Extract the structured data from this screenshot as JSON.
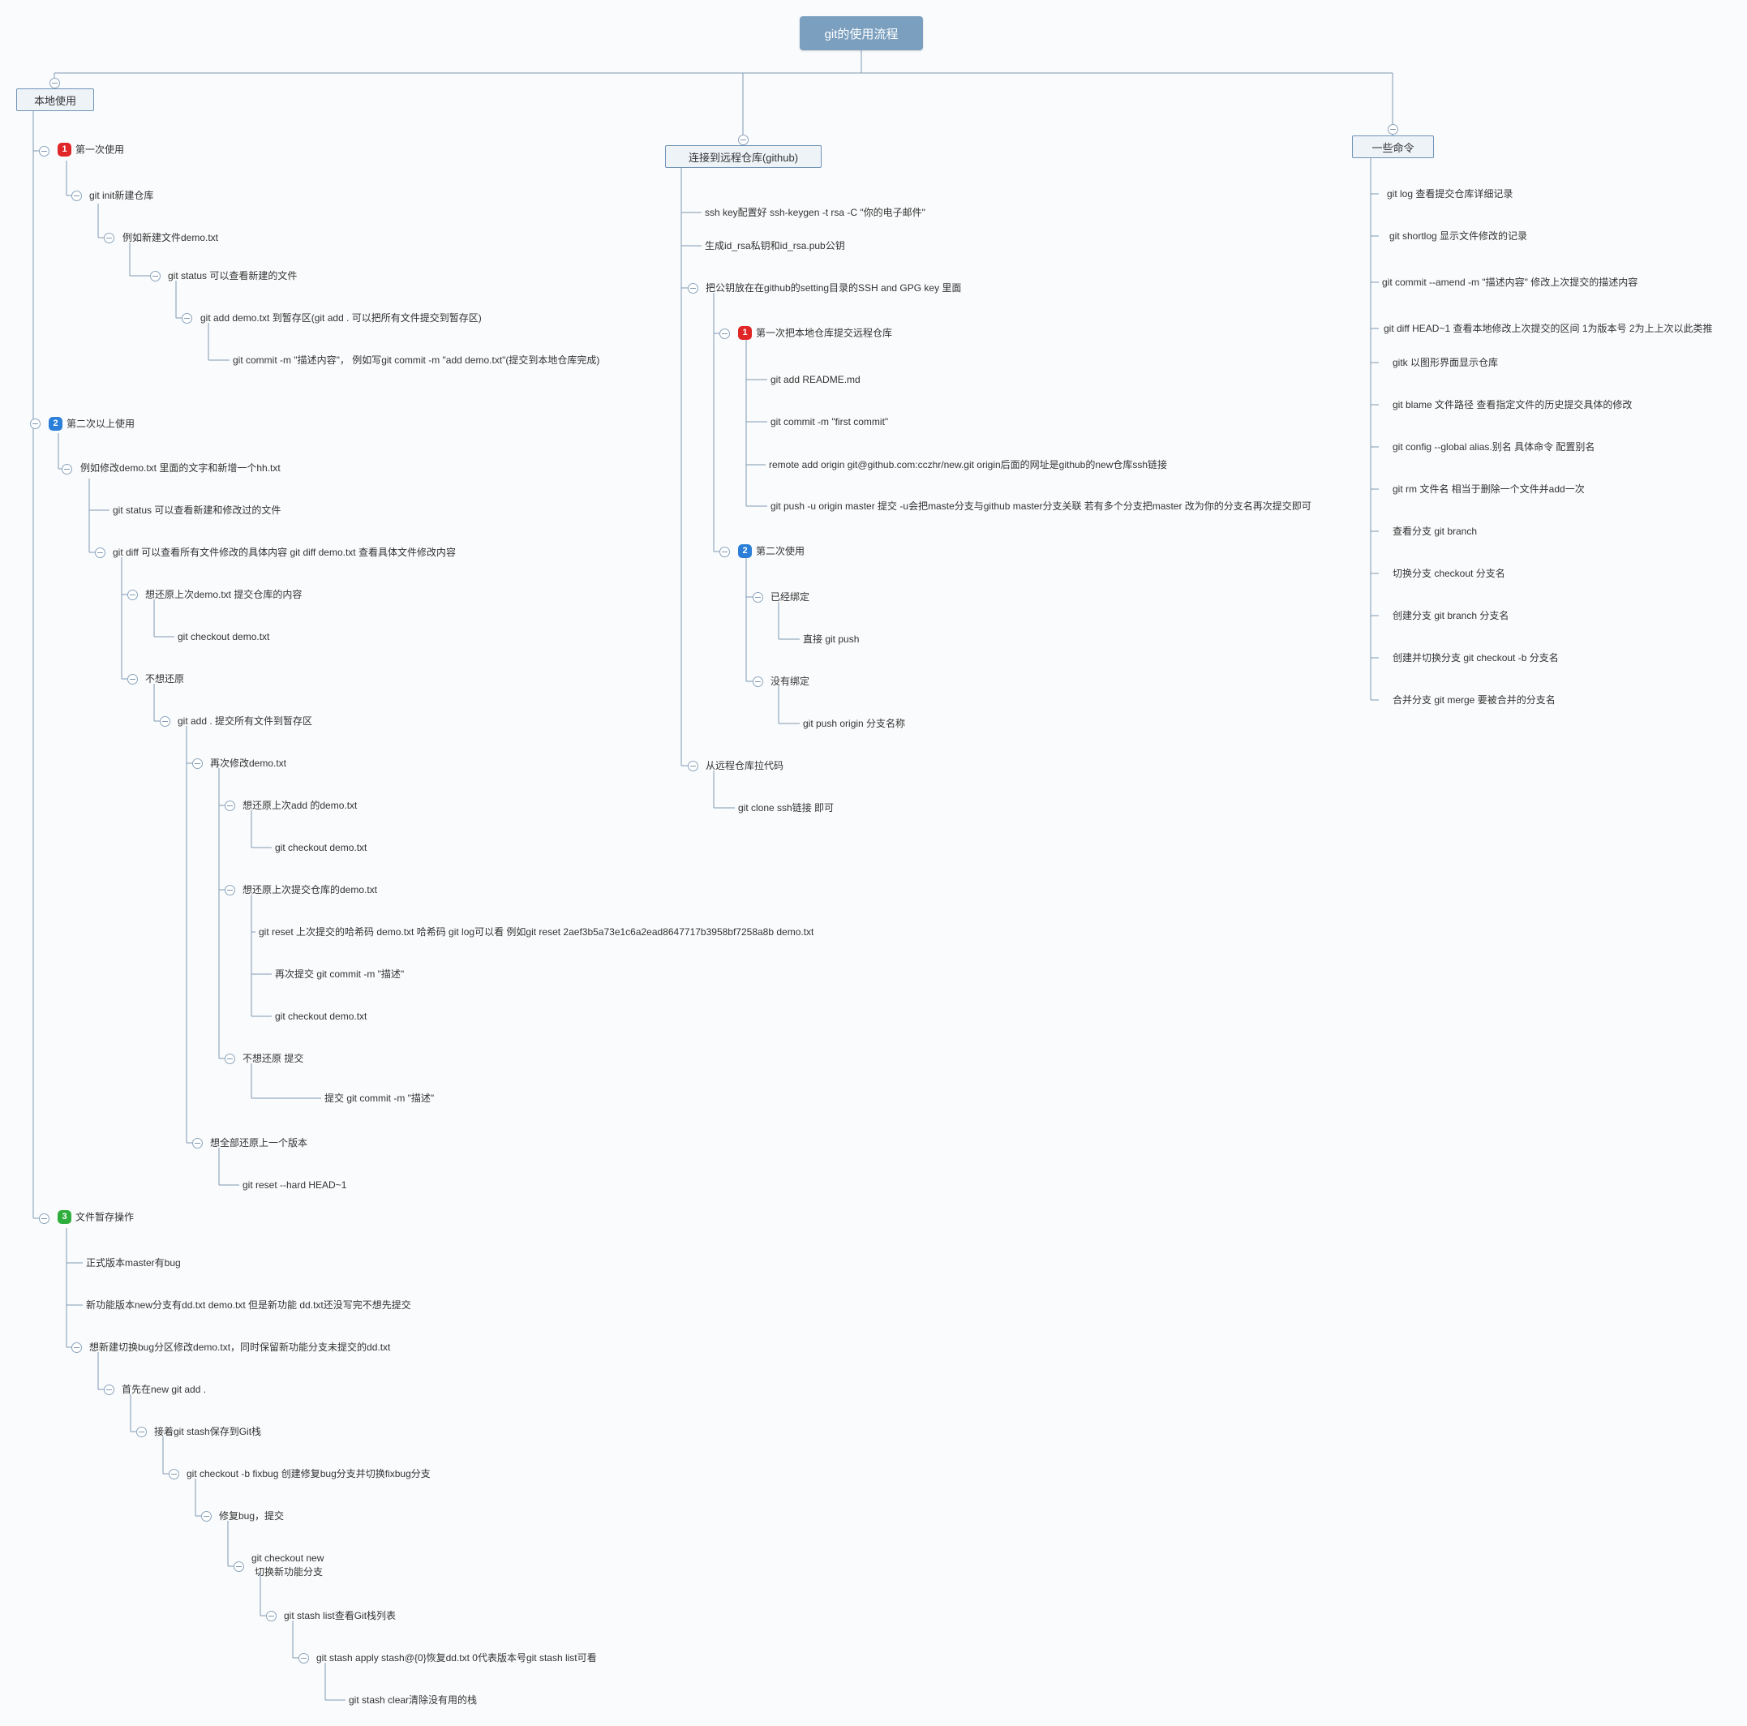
{
  "root": "git的使用流程",
  "branches": {
    "local": "本地使用",
    "remote": "连接到远程仓库(github)",
    "commands": "一些命令"
  },
  "badges": [
    "1",
    "2",
    "3"
  ],
  "local": {
    "first_use": "第一次使用",
    "git_init": "git init新建仓库",
    "new_file": "例如新建文件demo.txt",
    "status_new": "git status 可以查看新建的文件",
    "add_stage": "git add demo.txt 到暂存区(git add . 可以把所有文件提交到暂存区)",
    "commit": "git    commit -m \"描述内容\"，  例如写git    commit -m \"add demo.txt\"(提交到本地仓库完成)",
    "second_use": "第二次以上使用",
    "modify": "例如修改demo.txt 里面的文字和新增一个hh.txt",
    "status_mod": "git status 可以查看新建和修改过的文件",
    "diff": "git diff 可以查看所有文件修改的具体内容 git diff demo.txt 查看具体文件修改内容",
    "restore_last": "想还原上次demo.txt 提交仓库的内容",
    "checkout_1": "git checkout demo.txt",
    "no_restore": "不想还原",
    "add_all": "git add . 提交所有文件到暂存区",
    "modify_again": "再次修改demo.txt",
    "restore_add": "想还原上次add 的demo.txt",
    "checkout_2": "git checkout demo.txt",
    "restore_repo": "想还原上次提交仓库的demo.txt",
    "reset_hash": "git reset 上次提交的哈希码 demo.txt 哈希码 git log可以看 例如git reset 2aef3b5a73e1c6a2ead8647717b3958bf7258a8b demo.txt",
    "recommit": "再次提交 git commit -m \"描述\"",
    "checkout_3": "git checkout demo.txt",
    "no_restore_commit": "不想还原 提交",
    "commit_desc": "提交 git commit -m \"描述\"",
    "restore_all": "想全部还原上一个版本",
    "reset_hard": "git reset --hard HEAD~1",
    "stash_ops": "文件暂存操作",
    "master_bug": "正式版本master有bug",
    "new_branch": "新功能版本new分支有dd.txt demo.txt 但是新功能 dd.txt还没写完不想先提交",
    "switch_bug": "想新建切换bug分区修改demo.txt，同时保留新功能分支未提交的dd.txt",
    "first_add": "首先在new git add .",
    "stash_save": "接着git stash保存到Git栈",
    "checkout_fix": "git checkout -b fixbug 创建修复bug分支并切换fixbug分支",
    "fix_commit": "修复bug，提交",
    "checkout_new_1": "git checkout  new",
    "checkout_new_2": "切换新功能分支",
    "stash_list": "git stash list查看Git栈列表",
    "stash_apply": "git stash apply stash@{0}恢复dd.txt 0代表版本号git stash list可看",
    "stash_clear": "git stash clear清除没有用的栈"
  },
  "remote": {
    "ssh_key": "ssh key配置好 ssh-keygen -t rsa -C \"你的电子邮件\"",
    "gen_keys": "生成id_rsa私钥和id_rsa.pub公钥",
    "put_pub": "把公钥放在在github的setting目录的SSH and GPG key 里面",
    "first_push": "第一次把本地仓库提交远程仓库",
    "add_readme": "git add README.md",
    "first_commit": "git commit -m \"first commit\"",
    "remote_add": "remote add origin git@github.com:cczhr/new.git  origin后面的网址是github的new仓库ssh链接",
    "push_u": "git push -u origin master 提交 -u会把maste分支与github master分支关联 若有多个分支把master 改为你的分支名再次提交即可",
    "second_use": "第二次使用",
    "bound": "已经绑定",
    "direct_push": "直接 git push",
    "unbound": "没有绑定",
    "push_origin": "git push  origin 分支名称",
    "pull": "从远程仓库拉代码",
    "clone": "git clone ssh链接 即可"
  },
  "commands": [
    "git log 查看提交仓库详细记录",
    "git shortlog 显示文件修改的记录",
    "git commit --amend -m \"描述内容\"   修改上次提交的描述内容",
    "git diff HEAD~1 查看本地修改上次提交的区间 1为版本号 2为上上次以此类推",
    "gitk 以图形界面显示仓库",
    "git blame 文件路径  查看指定文件的历史提交具体的修改",
    "git config --global alias.别名 具体命令    配置别名",
    "git rm 文件名  相当于删除一个文件并add一次",
    "查看分支 git branch",
    "切换分支 checkout 分支名",
    "创建分支 git branch 分支名",
    "创建并切换分支 git checkout -b 分支名",
    "合并分支 git merge 要被合并的分支名"
  ]
}
